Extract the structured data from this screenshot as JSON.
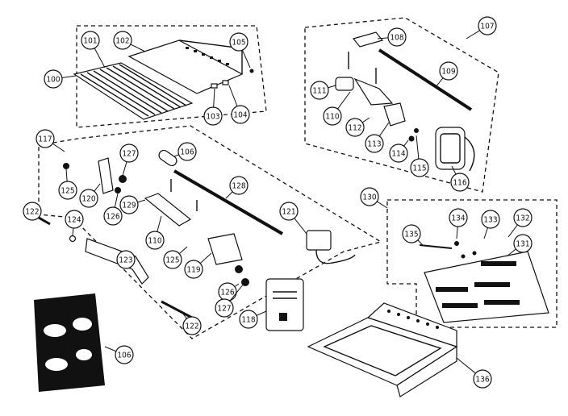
{
  "callouts": [
    {
      "id": "100",
      "text": "100"
    },
    {
      "id": "101",
      "text": "101"
    },
    {
      "id": "102",
      "text": "102"
    },
    {
      "id": "103",
      "text": "103"
    },
    {
      "id": "104",
      "text": "104"
    },
    {
      "id": "105",
      "text": "105"
    },
    {
      "id": "106a",
      "text": "106"
    },
    {
      "id": "106b",
      "text": "106"
    },
    {
      "id": "107",
      "text": "107"
    },
    {
      "id": "108",
      "text": "108"
    },
    {
      "id": "109",
      "text": "109"
    },
    {
      "id": "110a",
      "text": "110"
    },
    {
      "id": "110b",
      "text": "110"
    },
    {
      "id": "111",
      "text": "111"
    },
    {
      "id": "112",
      "text": "112"
    },
    {
      "id": "113",
      "text": "113"
    },
    {
      "id": "114",
      "text": "114"
    },
    {
      "id": "115",
      "text": "115"
    },
    {
      "id": "116",
      "text": "116"
    },
    {
      "id": "117",
      "text": "117"
    },
    {
      "id": "118",
      "text": "118"
    },
    {
      "id": "119",
      "text": "119"
    },
    {
      "id": "120",
      "text": "120"
    },
    {
      "id": "121",
      "text": "121"
    },
    {
      "id": "122a",
      "text": "122"
    },
    {
      "id": "122b",
      "text": "122"
    },
    {
      "id": "123",
      "text": "123"
    },
    {
      "id": "124",
      "text": "124"
    },
    {
      "id": "125a",
      "text": "125"
    },
    {
      "id": "125b",
      "text": "125"
    },
    {
      "id": "126a",
      "text": "126"
    },
    {
      "id": "126b",
      "text": "126"
    },
    {
      "id": "127a",
      "text": "127"
    },
    {
      "id": "127b",
      "text": "127"
    },
    {
      "id": "128",
      "text": "128"
    },
    {
      "id": "129",
      "text": "129"
    },
    {
      "id": "130",
      "text": "130"
    },
    {
      "id": "131",
      "text": "131"
    },
    {
      "id": "132",
      "text": "132"
    },
    {
      "id": "133",
      "text": "133"
    },
    {
      "id": "134",
      "text": "134"
    },
    {
      "id": "135",
      "text": "135"
    },
    {
      "id": "136",
      "text": "136"
    }
  ]
}
